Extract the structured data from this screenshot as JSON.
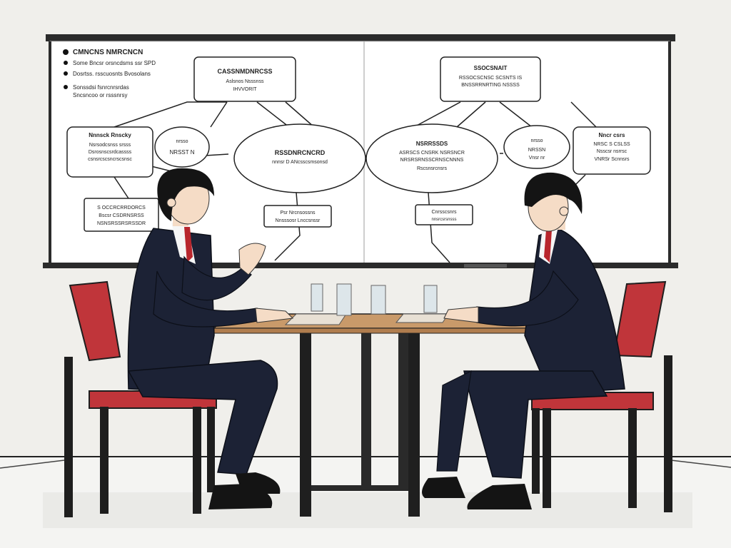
{
  "scene": {
    "description_kind": "illustration",
    "palette": {
      "wall": "#f0efeb",
      "floor": "#f4f4f2",
      "board_frame": "#2b2b2b",
      "board_surface": "#ffffff",
      "chair_seat": "#c0353a",
      "chair_frame": "#1e1e1e",
      "suit": "#1c2235",
      "tie": "#b8262d",
      "table_top": "#c99a6a",
      "hair": "#141414",
      "skin": "#f5dcc6"
    }
  },
  "whiteboard": {
    "bullets": [
      "CMNCNS NMRCNCN",
      "Some Bncsr orsncdsms ssr SPD",
      "Dosrtss. rsscuosnts Bvosolans",
      "Sonssdsi fsnrcnrsrdas",
      "Sncsncoo or rsssnrsy"
    ],
    "nodes_left": [
      {
        "title": "CASSNMDNRCSS",
        "lines": [
          "Aslsnos Nsssnss",
          "IHVVORIT"
        ]
      },
      {
        "title": "Nnnsck Rnscky",
        "lines": [
          "Nsrsodcsnss srsss",
          "Dsrosnscsrdcassss",
          "csnsrcscsncrscsnsc"
        ]
      },
      {
        "title": "nrsso",
        "lines": [
          "NRSST N"
        ]
      },
      {
        "title": "RSSDNRCNCRD",
        "lines": [
          "nnnsr D ANcsscsmsonsd"
        ]
      },
      {
        "title": "S OCCRCRRDORCS",
        "lines": [
          "Bscsr CSDRNSRSS",
          "NSNSRSSRSRSSDR"
        ]
      },
      {
        "title": "Psr Nrcnsossns",
        "lines": [
          "Nnsssosr Lnccsnssr"
        ]
      }
    ],
    "nodes_right": [
      {
        "title": "SSOCSNAIT",
        "lines": [
          "RSSOCSCNSC SCSNTS IS",
          "BNSSRRNRTING NSSSS"
        ]
      },
      {
        "title": "NSRRSSDS",
        "lines": [
          "ASRSCS CNSRK NSRSNCR",
          "NRSRSRNSSCRNSCNNNS",
          "Rscsnsrcnsrs"
        ]
      },
      {
        "title": "nrsso",
        "lines": [
          "NRSSN",
          "Vnsr nr"
        ]
      },
      {
        "title": "Nncr csrs",
        "lines": [
          "NRSC S CSLSS",
          "Nsscsr nsrrsc",
          "VNRSr Scnnsrs"
        ]
      },
      {
        "title": "Cnrsscsnrs",
        "lines": [
          "nnsrcsrsnsss"
        ]
      }
    ]
  }
}
